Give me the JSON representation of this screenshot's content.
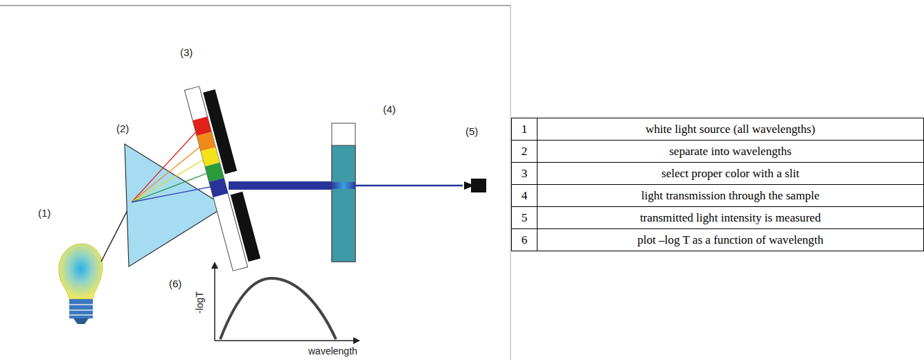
{
  "diagram": {
    "labels": [
      "(3)",
      "(2)",
      "(4)",
      "(5)",
      "(1)",
      "(6)",
      "-logT",
      "wavelength",
      "1",
      "white light source (all wavelengths)",
      "2",
      "separate into wavelengths",
      "3",
      "select proper color with a slit",
      "4",
      "light transmission through the sample",
      "5",
      "transmitted light intensity is measured",
      "6",
      "plot –log T as a function of wavelength"
    ]
  }
}
